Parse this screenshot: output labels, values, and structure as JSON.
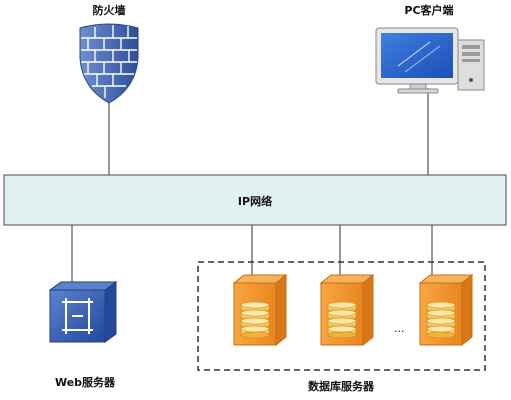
{
  "network": {
    "label": "IP网络"
  },
  "nodes": {
    "firewall": {
      "label": "防火墙",
      "icon": "firewall-icon"
    },
    "pc_client": {
      "label": "PC客户端",
      "icon": "desktop-computer-icon"
    },
    "web_server": {
      "label": "Web服务器",
      "icon": "web-server-icon"
    },
    "db_group": {
      "label": "数据库服务器",
      "ellipsis": "...",
      "servers": [
        {
          "icon": "database-server-icon"
        },
        {
          "icon": "database-server-icon"
        },
        {
          "icon": "database-server-icon"
        }
      ]
    }
  },
  "colors": {
    "network_fill": "#dff1f1",
    "network_stroke": "#4a4a4a",
    "firewall_blue": "#3a5fa8",
    "web_server_blue": "#2f5cae",
    "db_orange": "#f0922b",
    "db_gold": "#f6c243"
  }
}
